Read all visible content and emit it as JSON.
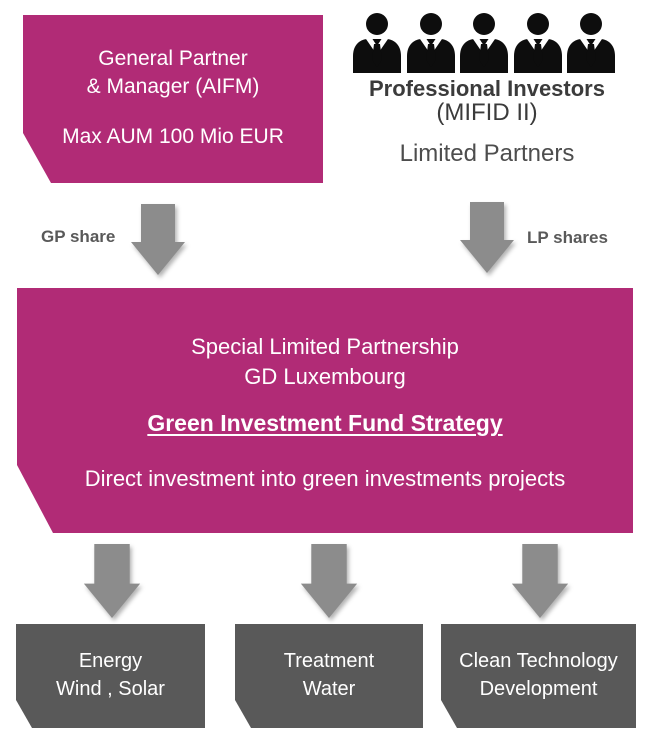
{
  "colors": {
    "magenta": "#B12B76",
    "sector_gray": "#595959",
    "arrow_gray": "#8C8C8C",
    "heading_dark": "#3B3B3B",
    "caption_gray": "#4D4D4D",
    "share_label_gray": "#595959",
    "icon_black": "#0D0D0D",
    "box_text": "#FFFFFF"
  },
  "gp_box": {
    "title_line1": "General Partner",
    "title_line2": "& Manager (AIFM)",
    "subtitle": "Max AUM 100 Mio EUR"
  },
  "investors": {
    "title": "Professional Investors",
    "subtitle": "(MIFID II)",
    "caption": "Limited Partners",
    "icon": "businessman-icon",
    "icon_count": 5
  },
  "arrows": {
    "gp_label": "GP share",
    "lp_label": "LP shares"
  },
  "fund_box": {
    "line1": "Special Limited Partnership",
    "line2": "GD Luxembourg",
    "strategy": "Green Investment Fund Strategy",
    "description": "Direct investment into green investments projects"
  },
  "sectors": [
    {
      "line1": "Energy",
      "line2": "Wind , Solar"
    },
    {
      "line1": "Treatment",
      "line2": "Water"
    },
    {
      "line1": "Clean Technology",
      "line2": "Development"
    }
  ]
}
